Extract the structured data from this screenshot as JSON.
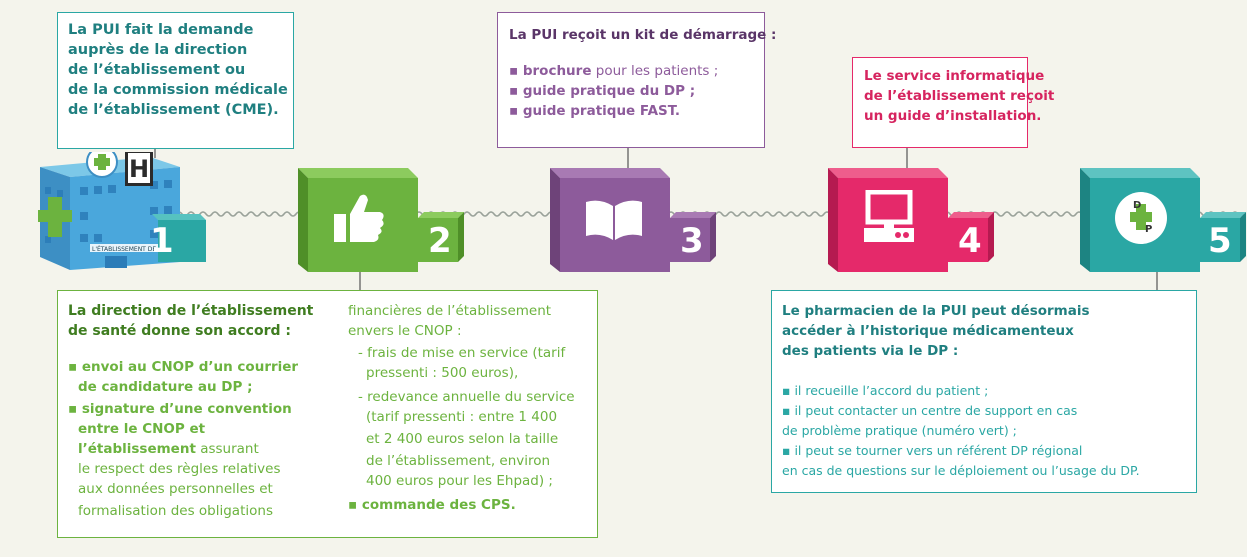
{
  "colors": {
    "teal": "#2aa7a4",
    "green": "#6cb33f",
    "purple": "#8d5b9b",
    "pink": "#e5296a",
    "blue": "#2b8fc9",
    "bg": "#f4f4ec"
  },
  "step1": {
    "number": "1",
    "hospital_sign": "H",
    "building_label": "L'ÉTABLISSEMENT DE SANTÉ",
    "text": [
      "La PUI fait la demande",
      "auprès de la direction",
      "de l’établissement ou",
      "de la commission médicale",
      "de l’établissement (CME)."
    ]
  },
  "step2": {
    "number": "2",
    "heading": [
      "La direction de l’établissement",
      "de santé donne son accord :"
    ],
    "b1": [
      "▪ envoi au CNOP d’un courrier",
      "de candidature au DP ;"
    ],
    "b2_bold": [
      "▪ signature d’une convention",
      "entre le CNOP et",
      "l’établissement"
    ],
    "b2_rest": [
      " assurant",
      "le respect des règles relatives",
      "aux données personnelles et",
      "formalisation des obligations"
    ],
    "col2": [
      "financières de l’établissement",
      "envers le CNOP :",
      "- frais de mise en service (tarif",
      "pressenti : 500 euros),",
      "- redevance annuelle du service",
      "(tarif pressenti : entre 1 400",
      "et 2 400 euros selon la taille",
      "de l’établissement, environ",
      "400 euros pour les Ehpad) ;"
    ],
    "b3": "▪ commande des CPS."
  },
  "step3": {
    "number": "3",
    "title": "La PUI reçoit un kit de démarrage :",
    "i1_bold": "▪ brochure",
    "i1_rest": " pour les patients ;",
    "i2": "▪ guide pratique du DP ;",
    "i3": "▪ guide pratique FAST."
  },
  "step4": {
    "number": "4",
    "text": [
      "Le service informatique",
      "de l’établissement reçoit",
      "un guide d’installation."
    ]
  },
  "step5": {
    "number": "5",
    "logo_d": "D",
    "logo_p": "P",
    "heading": [
      "Le pharmacien de la PUI peut désormais",
      "accéder à l’historique médicamenteux",
      "des patients via le DP :"
    ],
    "items": [
      "▪ il recueille l’accord du patient ;",
      "▪ il peut contacter un centre de support en cas",
      "de problème pratique (numéro vert) ;",
      "▪ il peut se tourner vers un référent DP régional",
      "en cas de questions sur le déploiement ou l’usage du DP."
    ]
  }
}
